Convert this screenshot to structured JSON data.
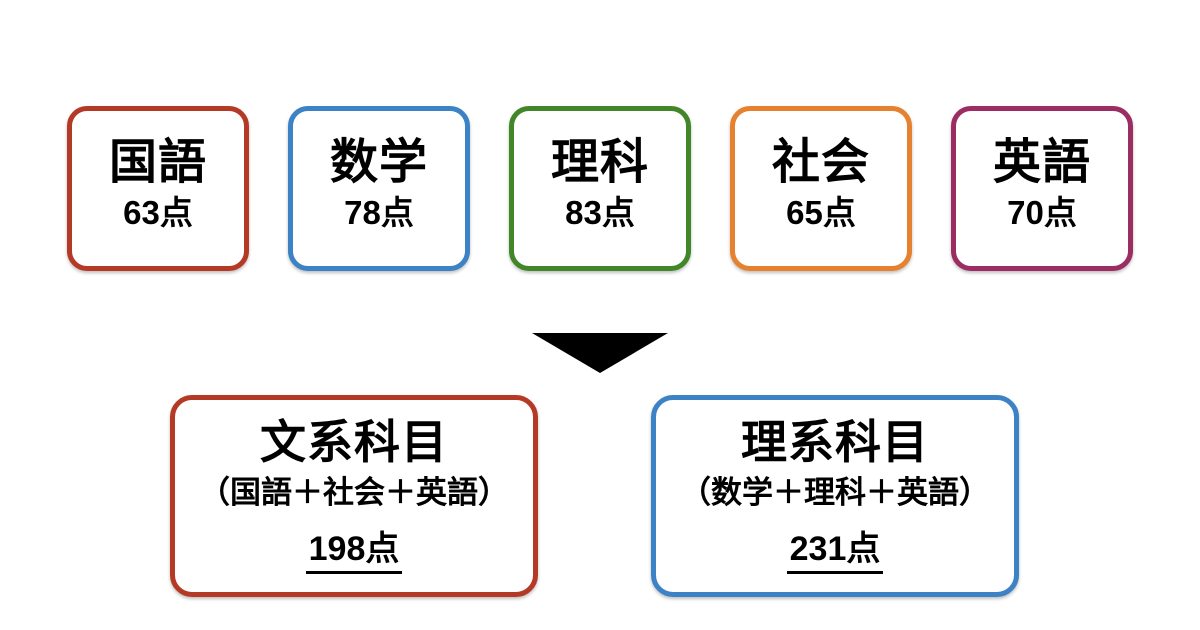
{
  "background": "#ffffff",
  "text_color": "#000000",
  "subjects": [
    {
      "name": "国語",
      "score": "63点",
      "color": "#b53a26"
    },
    {
      "name": "数学",
      "score": "78点",
      "color": "#3d82c4"
    },
    {
      "name": "理科",
      "score": "83点",
      "color": "#41872a"
    },
    {
      "name": "社会",
      "score": "65点",
      "color": "#e6812f"
    },
    {
      "name": "英語",
      "score": "70点",
      "color": "#9c2d63"
    }
  ],
  "arrow": {
    "icon": "down-arrow-icon",
    "color": "#000000"
  },
  "groups": [
    {
      "title": "文系科目",
      "formula": "（国語＋社会＋英語）",
      "total": "198点",
      "color": "#b53a26"
    },
    {
      "title": "理系科目",
      "formula": "（数学＋理科＋英語）",
      "total": "231点",
      "color": "#3d82c4"
    }
  ]
}
